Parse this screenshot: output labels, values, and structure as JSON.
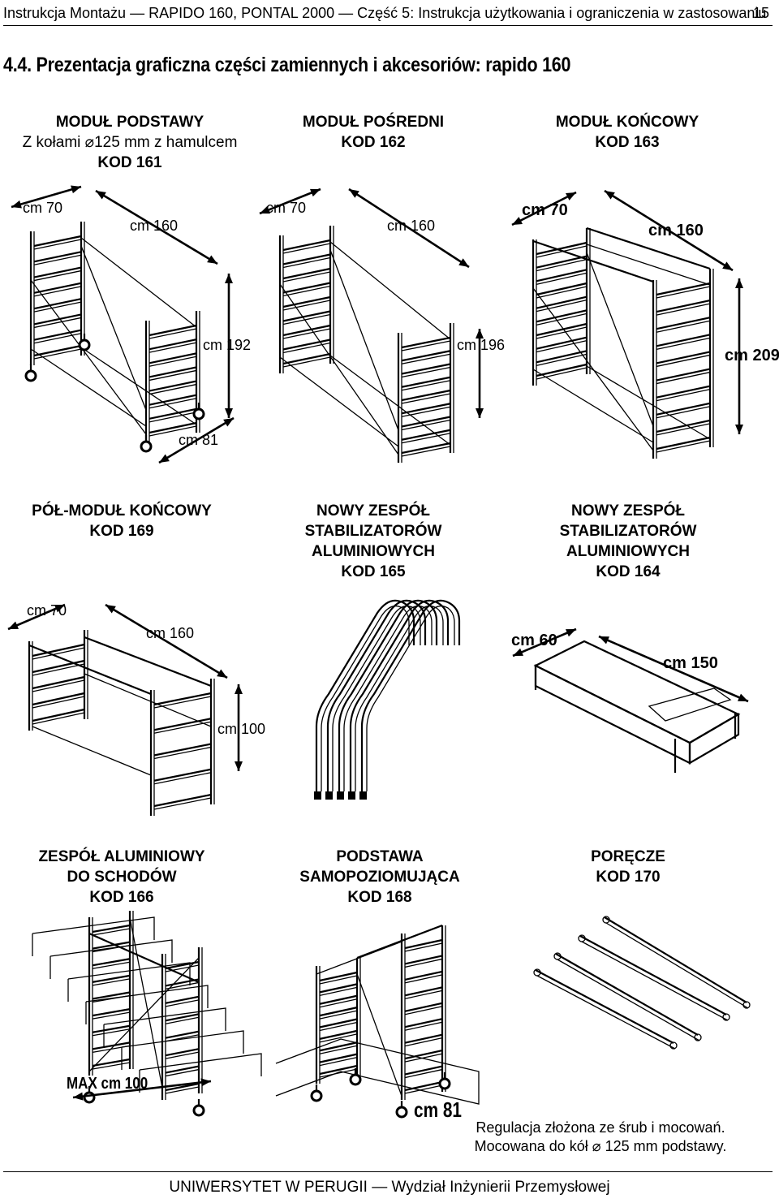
{
  "header": {
    "title": "Instrukcja Montażu — RAPIDO 160, PONTAL 2000 — Część 5: Instrukcja użytkowania i ograniczenia w zastosowaniu",
    "page": "15"
  },
  "section_title": "4.4. Prezentacja graficzna części zamiennych i akcesoriów: rapido 160",
  "items": [
    {
      "name": "MODUŁ PODSTAWY",
      "sub": "Z kołami ⌀125 mm z hamulcem",
      "code": "KOD 161",
      "dims": [
        "cm 70",
        "cm 160",
        "cm 192",
        "cm 81"
      ]
    },
    {
      "name": "MODUŁ POŚREDNI",
      "code": "KOD 162",
      "dims": [
        "cm 70",
        "cm 160",
        "cm 196"
      ]
    },
    {
      "name": "MODUŁ KOŃCOWY",
      "code": "KOD 163",
      "dims": [
        "cm 70",
        "cm 160",
        "cm 209"
      ]
    },
    {
      "name": "PÓŁ-MODUŁ KOŃCOWY",
      "code": "KOD 169",
      "dims": [
        "cm 70",
        "cm 160",
        "cm 100"
      ]
    },
    {
      "name": "NOWY ZESPÓŁ",
      "name2": "STABILIZATORÓW",
      "name3": "ALUMINIOWYCH",
      "code": "KOD 165"
    },
    {
      "name": "NOWY ZESPÓŁ",
      "name2": "STABILIZATORÓW",
      "name3": "ALUMINIOWYCH",
      "code": "KOD 164",
      "dims": [
        "cm 60",
        "cm 150"
      ]
    },
    {
      "name": "ZESPÓŁ ALUMINIOWY",
      "name2": "DO SCHODÓW",
      "code": "KOD 166",
      "dims": [
        "MAX cm 100"
      ]
    },
    {
      "name": "PODSTAWA",
      "name2": "SAMOPOZIOMUJĄCA",
      "code": "KOD 168",
      "dims": [
        "cm 81"
      ]
    },
    {
      "name": "PORĘCZE",
      "code": "KOD 170"
    }
  ],
  "note": {
    "line1": "Regulacja złożona ze śrub i mocowań.",
    "line2": "Mocowana do kół ⌀ 125 mm podstawy."
  },
  "footer": "UNIWERSYTET W PERUGII — Wydział Inżynierii Przemysłowej",
  "icons": [
    "scaffold-base-drawing",
    "scaffold-intermediate-drawing",
    "scaffold-end-drawing",
    "half-module-drawing",
    "stabilizer-tubes-drawing",
    "stabilizer-frame-drawing",
    "stair-set-drawing",
    "leveling-base-drawing",
    "railings-drawing",
    "dimension-arrow-icon"
  ]
}
